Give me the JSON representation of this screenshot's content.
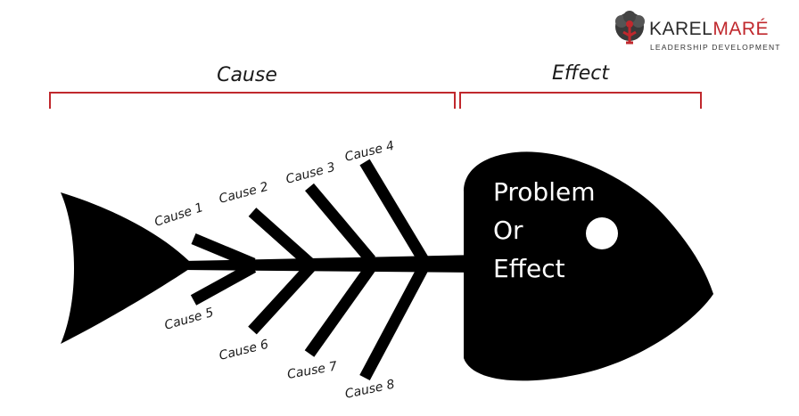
{
  "logo": {
    "name_part1": "KAREL",
    "name_part2": "MARÉ",
    "subtitle": "LEADERSHIP DEVELOPMENT",
    "icon": "tree-person-icon",
    "color_dark": "#2b2b2b",
    "color_accent": "#c0282d"
  },
  "labels": {
    "cause": "Cause",
    "effect": "Effect"
  },
  "head": {
    "lines": [
      "Problem",
      "Or",
      "Effect"
    ]
  },
  "causes": [
    {
      "label": "Cause 1"
    },
    {
      "label": "Cause 2"
    },
    {
      "label": "Cause 3"
    },
    {
      "label": "Cause 4"
    },
    {
      "label": "Cause 5"
    },
    {
      "label": "Cause 6"
    },
    {
      "label": "Cause 7"
    },
    {
      "label": "Cause 8"
    }
  ],
  "colors": {
    "fish": "#000000",
    "bracket": "#c0282d",
    "text": "#1a1a1a"
  }
}
